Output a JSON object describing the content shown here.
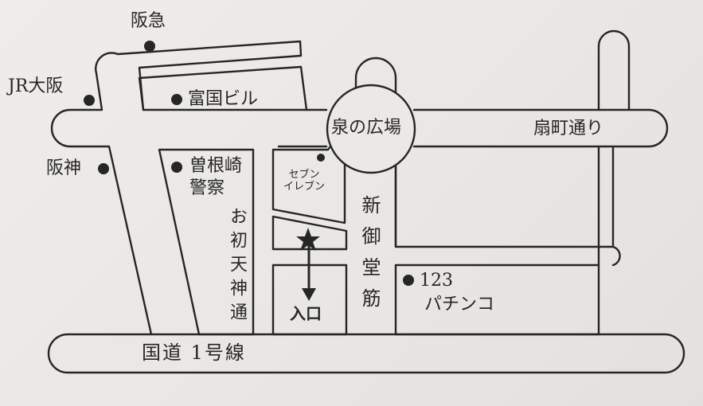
{
  "stations": {
    "hankyu": "阪急",
    "jr_osaka": "JR大阪",
    "hanshin": "阪神"
  },
  "landmarks": {
    "tomikuni_bldg": "富国ビル",
    "sonezaki_police_line1": "曽根崎",
    "sonezaki_police_line2": "警察",
    "izumi_no_hiroba": "泉の広場",
    "seven_eleven_line1": "セブン",
    "seven_eleven_line2": "イレブン",
    "pachinko_number": "123",
    "pachinko_label": "パチンコ",
    "entrance": "入口"
  },
  "streets": {
    "ogimachi_dori": "扇町通り",
    "ohatsu_tenjin_dori": "お初天神通",
    "shin_mido_suji": "新御堂筋",
    "kokudo_1": "国道 1号線"
  },
  "colors": {
    "ink": "#262626",
    "paper": "#ebe9e6"
  }
}
